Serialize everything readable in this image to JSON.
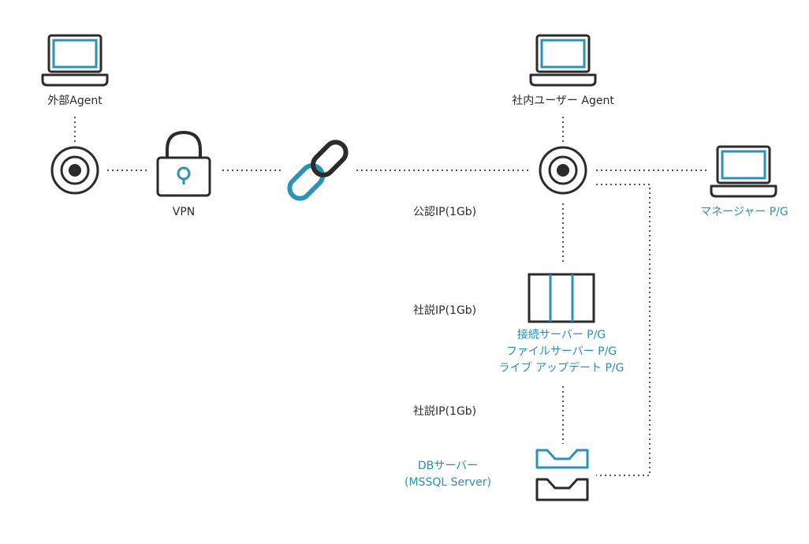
{
  "colors": {
    "dark": "#2b2b2b",
    "accent": "#2b93b5",
    "dots": "#555555"
  },
  "nodes": {
    "external_agent": {
      "label": "外部Agent"
    },
    "vpn": {
      "label": "VPN"
    },
    "internal_agent": {
      "label": "社内ユーザー Agent"
    },
    "manager": {
      "label": "マネージャー P/G"
    },
    "servers": {
      "lines": [
        "接続サーバー P/G",
        "ファイルサーバー P/G",
        "ライブ アップデート P/G"
      ]
    },
    "db": {
      "lines": [
        "DBサーバー",
        "(MSSQL Server)"
      ]
    }
  },
  "edges": {
    "public_ip": "公認IP(1Gb)",
    "private_ip_1": "社説IP(1Gb)",
    "private_ip_2": "社説IP(1Gb)"
  }
}
